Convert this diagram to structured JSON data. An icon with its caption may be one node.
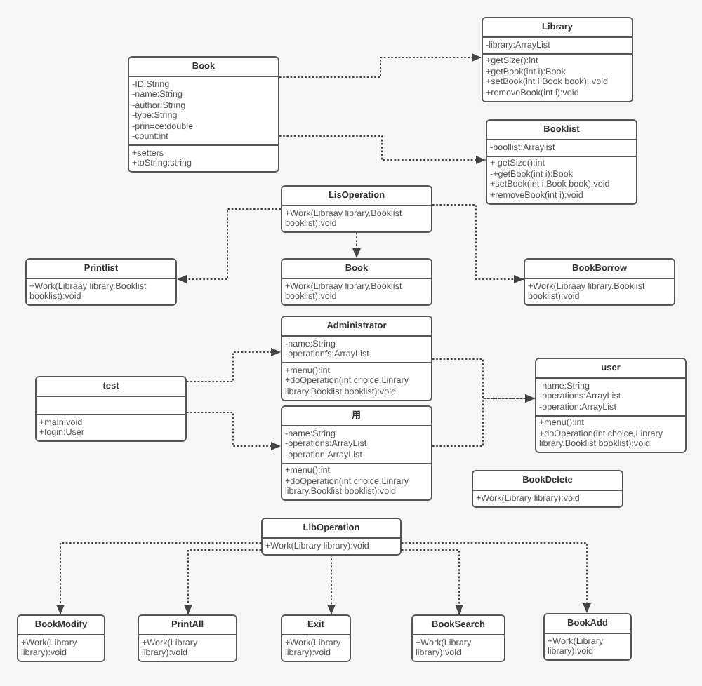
{
  "diagram": {
    "nodes": [
      {
        "text": [
          "Book",
          "-ID:String",
          "-name:String",
          "-author:String",
          "-type:String",
          "-prin=ce:double",
          "-count:int",
          "+setters",
          "+toString:string"
        ]
      },
      {
        "text": [
          "Library",
          "-library:ArrayList",
          "+getSize():int",
          "+getBook(int i):Book",
          "+setBook(int i,Book book): void",
          "+removeBook(int i):void"
        ]
      },
      {
        "text": [
          "Booklist",
          "-boollist:Arraylist",
          "+ getSize():int",
          "-+getBook(int i):Book",
          "+setBook(int i,Book book):void",
          "+removeBook(int i):void"
        ]
      },
      {
        "text": [
          "LisOperation",
          "+Work(Libraay library.Booklist booklist):void"
        ]
      },
      {
        "text": [
          "Printlist",
          "+Work(Libraay library.Booklist booklist):void"
        ]
      },
      {
        "text": [
          "Book",
          "+Work(Libraay library.Booklist booklist):void"
        ]
      },
      {
        "text": [
          "BookBorrow",
          "+Work(Libraay library.Booklist booklist):void"
        ]
      },
      {
        "text": [
          "Administrator",
          "-name:String",
          "-operationfs:ArrayList",
          "+menu():int",
          "+doOperation(int choice,Linrary library.Booklist booklist):void"
        ]
      },
      {
        "text": [
          "user",
          "-name:String",
          "-operations:ArrayList",
          "-operation:ArrayList",
          "+menu():int",
          "+doOperation(int choice,Linrary library.Booklist booklist):void"
        ]
      },
      {
        "text": [
          "test",
          "+main:void",
          "+login:User"
        ]
      },
      {
        "text": [
          "用",
          "-name:String",
          "-operations:ArrayList",
          "-operation:ArrayList",
          "+menu():int",
          "+doOperation(int choice,Linrary library.Booklist booklist):void"
        ]
      },
      {
        "text": [
          "BookDelete",
          "+Work(Library library):void"
        ]
      },
      {
        "text": [
          "LibOperation",
          "+Work(Library library):void"
        ]
      },
      {
        "text": [
          "BookModify",
          "+Work(Library library):void"
        ]
      },
      {
        "text": [
          "PrintAll",
          "+Work(Library library):void"
        ]
      },
      {
        "text": [
          "Exit",
          "+Work(Library library):void"
        ]
      },
      {
        "text": [
          "BookSearch",
          "+Work(Library library):void"
        ]
      },
      {
        "text": [
          "BookAdd",
          "+Work(Library library):void"
        ]
      }
    ],
    "edges": [
      {
        "from": 0,
        "to": 1,
        "arrow": "to"
      },
      {
        "from": 0,
        "to": 2,
        "arrow": "to"
      },
      {
        "from": 3,
        "to": 4,
        "arrow": "to"
      },
      {
        "from": 3,
        "to": 5,
        "arrow": "to"
      },
      {
        "from": 3,
        "to": 6,
        "arrow": "to"
      },
      {
        "from": 9,
        "to": 7,
        "arrow": "to"
      },
      {
        "from": 9,
        "to": 10,
        "arrow": "to"
      },
      {
        "from": 7,
        "to": 8,
        "arrow": "to"
      },
      {
        "from": 10,
        "to": 8,
        "arrow": "to"
      },
      {
        "from": 12,
        "to": 13,
        "arrow": "to"
      },
      {
        "from": 12,
        "to": 14,
        "arrow": "to"
      },
      {
        "from": 12,
        "to": 15,
        "arrow": "to"
      },
      {
        "from": 12,
        "to": 16,
        "arrow": "to"
      },
      {
        "from": 12,
        "to": 17,
        "arrow": "to"
      }
    ]
  }
}
